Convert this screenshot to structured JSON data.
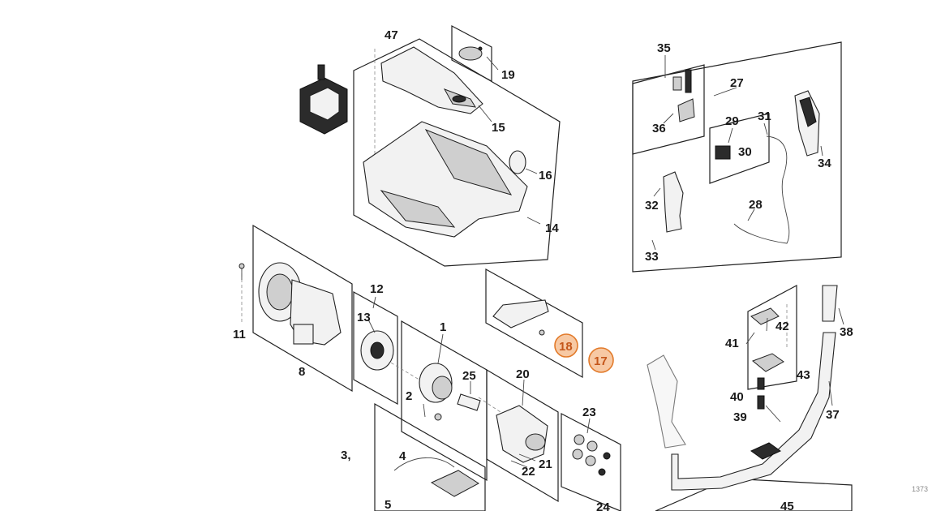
{
  "diagram": {
    "callouts": [
      "47",
      "19",
      "15",
      "16",
      "14",
      "35",
      "27",
      "36",
      "29",
      "31",
      "30",
      "34",
      "32",
      "28",
      "33",
      "12",
      "13",
      "11",
      "8",
      "1",
      "18",
      "17",
      "25",
      "2",
      "20",
      "23",
      "22",
      "21",
      "24",
      "3,",
      "4",
      "5",
      "41",
      "42",
      "38",
      "40",
      "43",
      "39",
      "37",
      "45"
    ],
    "highlighted": [
      "18",
      "17"
    ],
    "highlight_color": "#e27a2a",
    "corner_text": "1373"
  }
}
